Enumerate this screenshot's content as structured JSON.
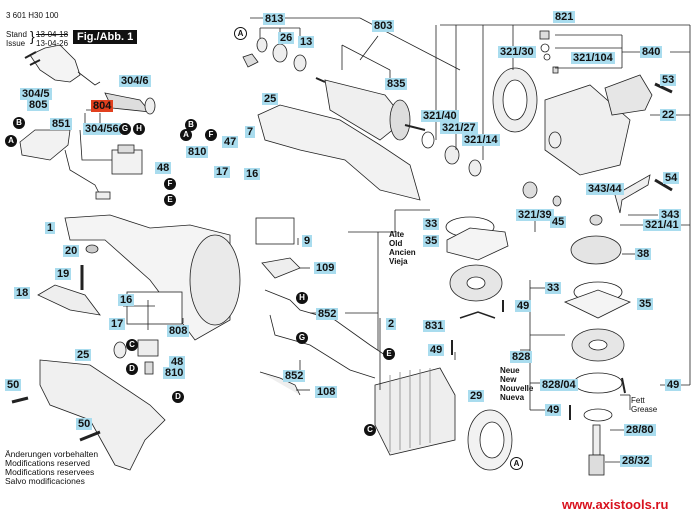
{
  "header": {
    "part_number": "3 601 H30 100",
    "stand_label": "Stand",
    "issue_label": "Issue",
    "old_date": "13-04-18",
    "new_date": "13-04-26",
    "figure_tag": "Fig./Abb. 1"
  },
  "labels": {
    "l304_5": "304/5",
    "l805": "805",
    "l304_6": "304/6",
    "l804": "804",
    "l304_56": "304/56",
    "l851": "851",
    "l48a": "48",
    "l810a": "810",
    "l47": "47",
    "l7": "7",
    "l17a": "17",
    "l16a": "16",
    "l813": "813",
    "l26": "26",
    "l13": "13",
    "l803": "803",
    "l835": "835",
    "l25a": "25",
    "l821": "821",
    "l321_30": "321/30",
    "l321_104": "321/104",
    "l840": "840",
    "l53": "53",
    "l22": "22",
    "l321_40": "321/40",
    "l321_27": "321/27",
    "l321_14": "321/14",
    "l54": "54",
    "l343_44": "343/44",
    "l343": "343",
    "l321_39": "321/39",
    "l45": "45",
    "l321_41": "321/41",
    "l38": "38",
    "l1": "1",
    "l20": "20",
    "l9": "9",
    "l19": "19",
    "l109": "109",
    "l18": "18",
    "l16b": "16",
    "l808": "808",
    "l17b": "17",
    "l48b": "48",
    "l810b": "810",
    "l852a": "852",
    "l852b": "852",
    "l2": "2",
    "l108": "108",
    "l25b": "25",
    "l50a": "50",
    "l50b": "50",
    "l33a": "33",
    "l35a": "35",
    "l49a": "49",
    "l831": "831",
    "l49b": "49",
    "l33b": "33",
    "l35b": "35",
    "l49c": "49",
    "l828": "828",
    "l828_04": "828/04",
    "l49d": "49",
    "l49e": "49",
    "l29": "29",
    "l28_80": "28/80",
    "l28_32": "28/32"
  },
  "callouts": {
    "A": "A",
    "B": "B",
    "C": "C",
    "D": "D",
    "E": "E",
    "F": "F",
    "G": "G",
    "H": "H"
  },
  "old_variant": [
    "Alte",
    "Old",
    "Ancien",
    "Vieja"
  ],
  "new_variant": [
    "Neue",
    "New",
    "Nouvelle",
    "Nueva"
  ],
  "felt_grease": [
    "Fett",
    "Grease"
  ],
  "footer_notes": [
    "Änderungen vorbehalten",
    "Modifications reserved",
    "Modifications reservees",
    "Salvo modificaciones"
  ],
  "watermark": "www.axistools.ru",
  "colors": {
    "label_bg": "#a9dcee",
    "highlight_label_bg": "#e2401e",
    "watermark": "#d8121e"
  }
}
